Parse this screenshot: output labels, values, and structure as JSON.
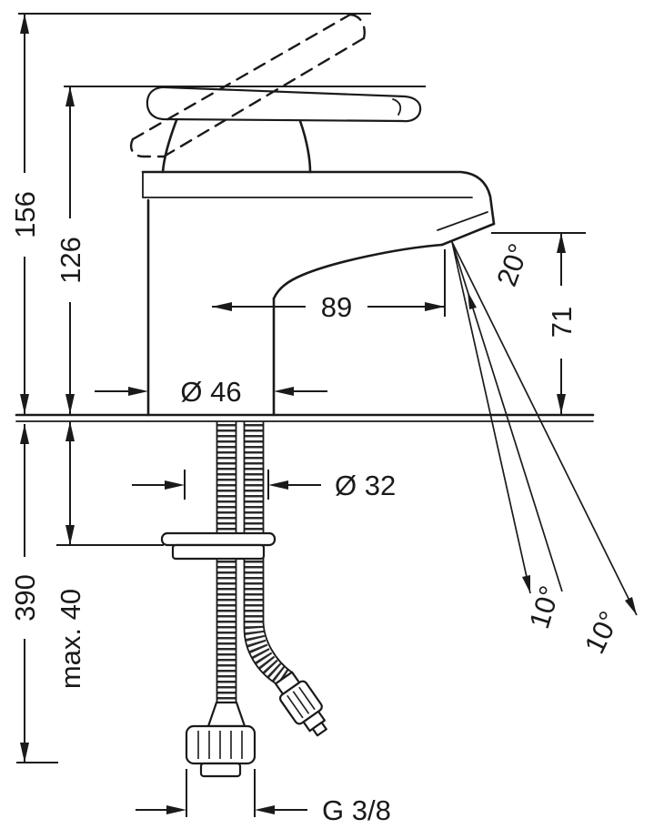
{
  "diagram": {
    "subject": "Single-hole basin mixer tap - technical line drawing, side elevation with installation dimensions",
    "units": "mm",
    "line_color": "#1a1a1a",
    "background_color": "#ffffff",
    "labels": {
      "total_height": "156",
      "handle_height": "126",
      "spout_reach": "89",
      "body_diameter": "Ø 46",
      "tap_hole_diameter": "Ø 32",
      "spout_height": "71",
      "stream_angle": "20°",
      "hose_length_below_deck": "390",
      "max_deck_thickness": "max. 40",
      "stream_cone_angle_inner": "10°",
      "stream_cone_angle_outer": "10°",
      "connection_thread": "G 3/8"
    }
  }
}
